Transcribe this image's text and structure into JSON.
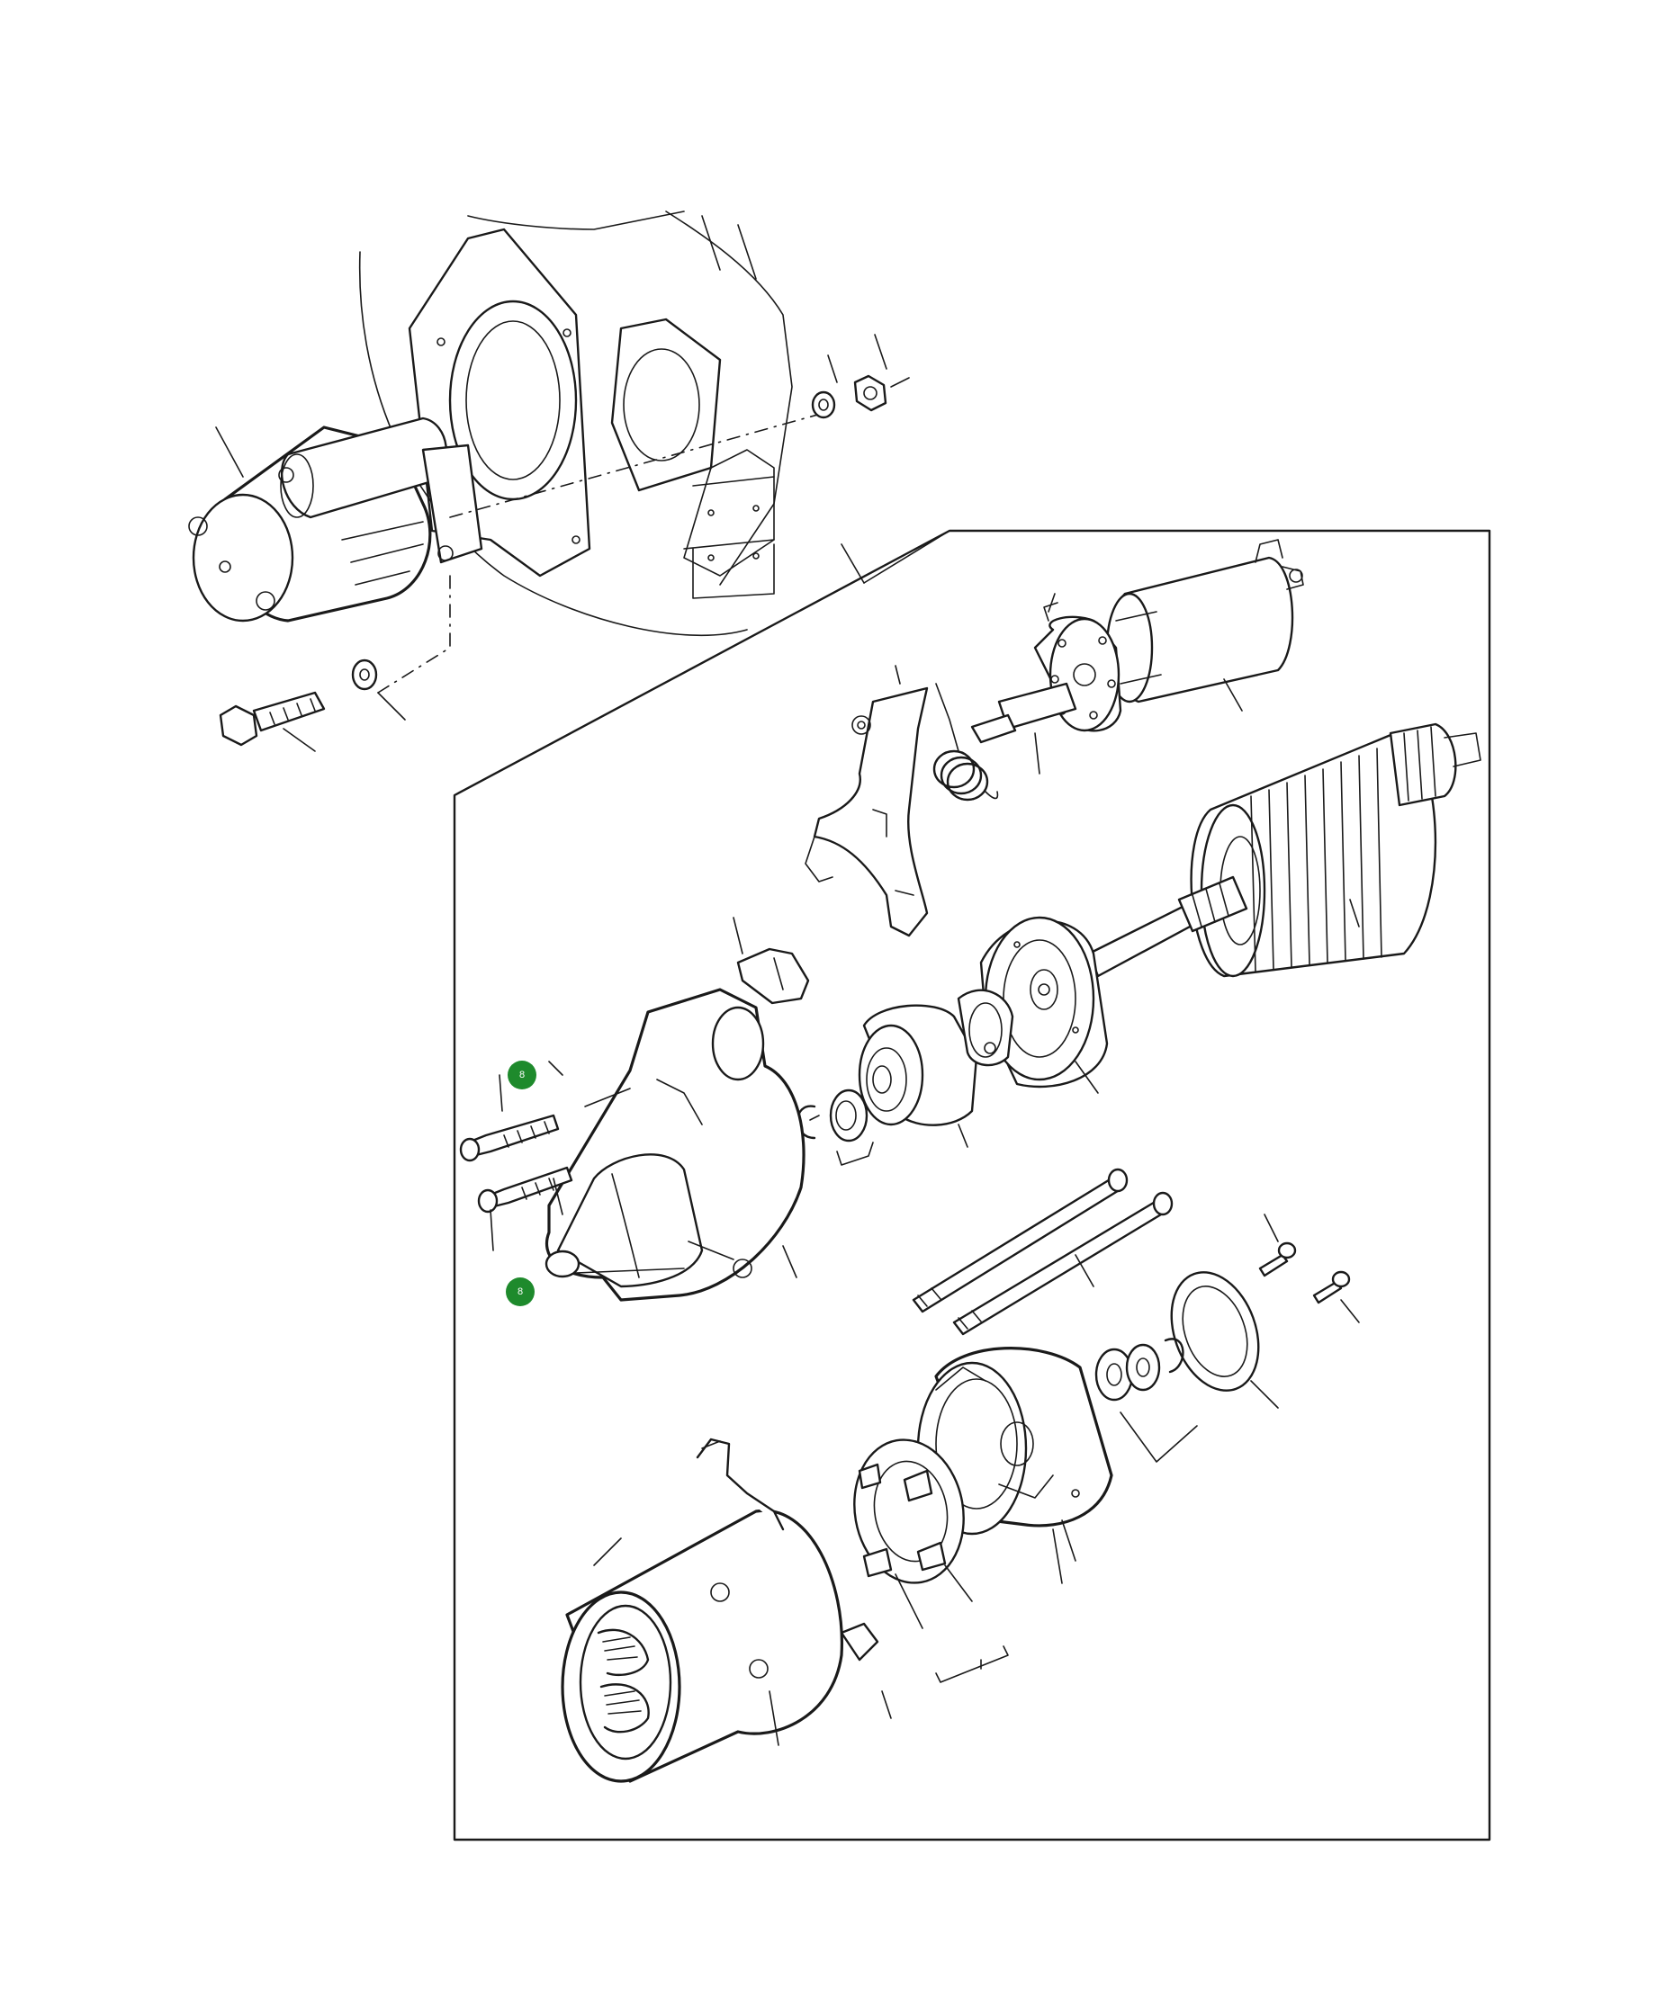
{
  "hotspots": [
    {
      "id": "hotspot-upper",
      "label": "8",
      "color": "#1e8a2c"
    },
    {
      "id": "hotspot-lower",
      "label": "8",
      "color": "#1e8a2c"
    }
  ],
  "colors": {
    "ink": "#1a1a1a",
    "background": "#ffffff",
    "hotspot": "#1e8a2c"
  }
}
